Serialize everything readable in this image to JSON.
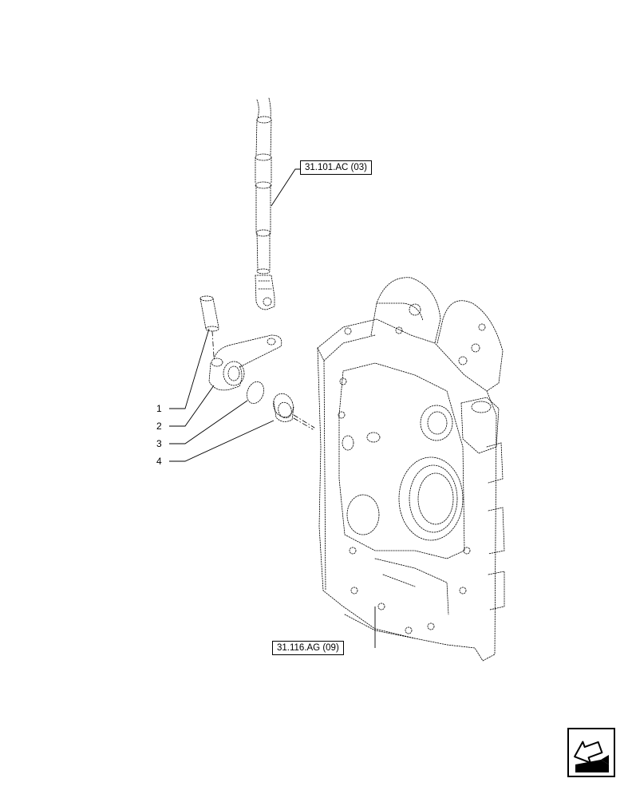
{
  "references": {
    "upper": "31.101.AC (03)",
    "lower": "31.116.AG (09)"
  },
  "callouts": [
    "1",
    "2",
    "3",
    "4"
  ],
  "navigation": {
    "icon": "arrow-back-icon"
  }
}
